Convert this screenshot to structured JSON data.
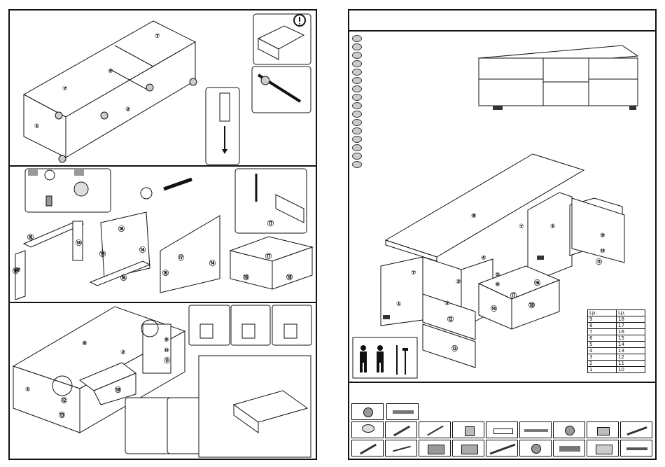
{
  "parts_table": {
    "headers": [
      "Lp.",
      "Lp."
    ],
    "rows": [
      [
        "9",
        "18"
      ],
      [
        "8",
        "17"
      ],
      [
        "7",
        "16"
      ],
      [
        "6",
        "15"
      ],
      [
        "5",
        "14"
      ],
      [
        "4",
        "13"
      ],
      [
        "3",
        "12"
      ],
      [
        "2",
        "11"
      ],
      [
        "1",
        "10"
      ]
    ]
  },
  "labels": {
    "s1": [
      "①",
      "②",
      "④",
      "⑦",
      "⑦"
    ],
    "s2": [
      "⑩",
      "⑭",
      "⑱",
      "⑯",
      "⑯",
      "⑭",
      "⑲",
      "⑯",
      "⑰",
      "⑯",
      "⑭",
      "⑰",
      "⑯",
      "⑰",
      "⑱"
    ],
    "s3": [
      "⑧",
      "②",
      "①",
      "⑨",
      "⑩",
      "⑪",
      "⑫",
      "⑬",
      "⑱"
    ],
    "overview": [
      "⑧",
      "⑦",
      "①",
      "⑦",
      "④",
      "⑨",
      "⑩",
      "⑪",
      "⑤",
      "⑯",
      "⑥",
      "③",
      "⑰",
      "②",
      "⑭",
      "⑱",
      "①",
      "⑫",
      "⑬"
    ]
  },
  "icons": {
    "warning": "warning-icon",
    "people": "two-persons-icon",
    "tools": "screwdriver-hammer-icon"
  }
}
